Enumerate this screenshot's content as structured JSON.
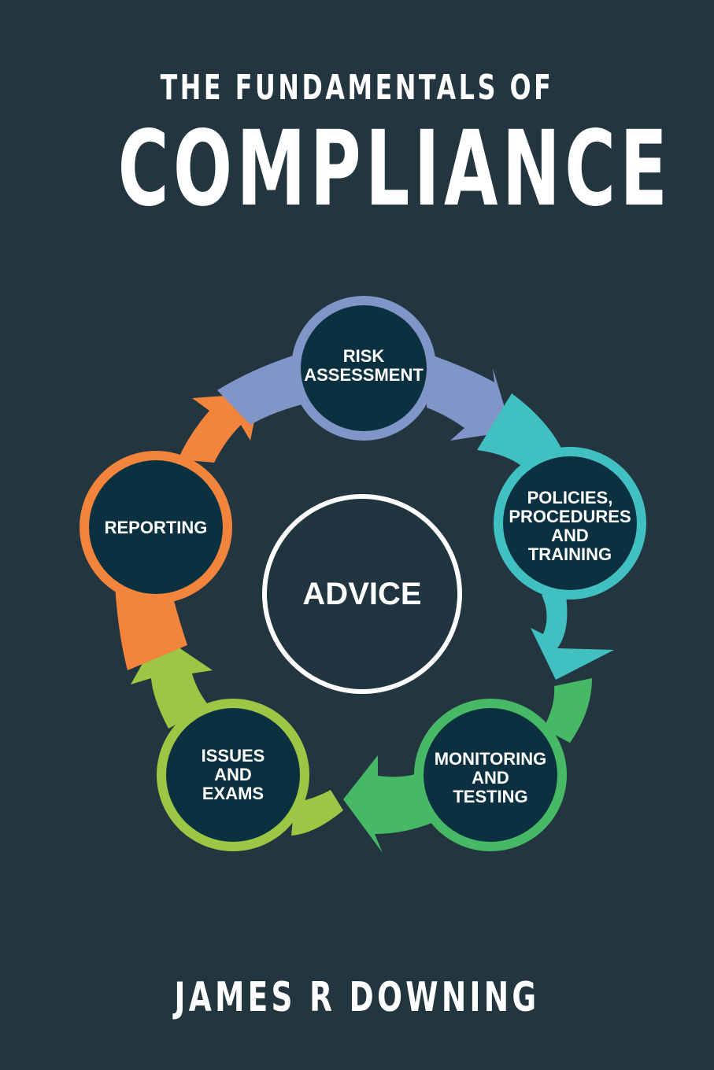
{
  "cover": {
    "title_line1": "THE FUNDAMENTALS OF",
    "title_line2": "COMPLIANCE",
    "author": "JAMES R DOWNING",
    "background_color": "#233640"
  },
  "diagram": {
    "center_label": "ADVICE",
    "nodes": [
      {
        "lines": [
          "RISK",
          "ASSESSMENT"
        ],
        "color": "#8095c8"
      },
      {
        "lines": [
          "POLICIES,",
          "PROCEDURES",
          "AND",
          "TRAINING"
        ],
        "color": "#40c0c0"
      },
      {
        "lines": [
          "MONITORING",
          "AND",
          "TESTING"
        ],
        "color": "#46b866"
      },
      {
        "lines": [
          "ISSUES",
          "AND",
          "EXAMS"
        ],
        "color": "#9cc644"
      },
      {
        "lines": [
          "REPORTING"
        ],
        "color": "#f2843c"
      }
    ]
  }
}
